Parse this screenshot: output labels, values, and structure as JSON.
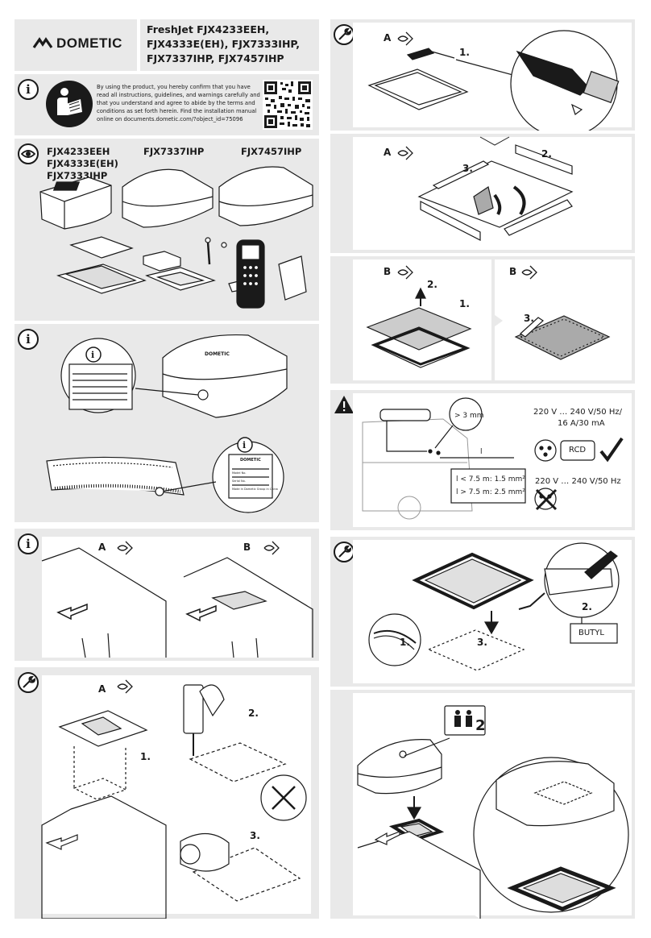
{
  "header": {
    "brand": "DOMETIC",
    "title_lines": [
      "FreshJet FJX4233EEH,",
      "FJX4333E(EH), FJX7333IHP,",
      "FJX7337IHP, FJX7457IHP"
    ]
  },
  "notice": {
    "text": "By using the product, you hereby confirm that you have read all instructions, guidelines, and warnings carefully and that you understand and agree to abide by the terms and conditions as set forth herein. Find the installation manual online on documents.dometic.com/?object_id=75096"
  },
  "models": {
    "group1": [
      "FJX4233EEH",
      "FJX4333E(EH)",
      "FJX7333IHP"
    ],
    "group2": "FJX7337IHP",
    "group3": "FJX7457IHP"
  },
  "labels": {
    "A": "A",
    "B": "B",
    "step1": "1.",
    "step2": "2.",
    "step3": "3.",
    "brand_small": "DOMETIC",
    "made_in": "Made in Dometic Group in China",
    "model_no": "Model No.",
    "serial_no": "Serial No."
  },
  "electrical": {
    "gap": "> 3 mm",
    "supply_ok_line1": "220 V … 240 V/50 Hz/",
    "supply_ok_line2": "16 A/30 mA",
    "rcd": "RCD",
    "supply_bad": "220 V … 240 V/50 Hz",
    "length_var": "l",
    "cable1": "l < 7.5 m: 1.5 mm²",
    "cable2": "l > 7.5 m: 2.5 mm²"
  },
  "butyl": "BUTYL",
  "persons": "2"
}
